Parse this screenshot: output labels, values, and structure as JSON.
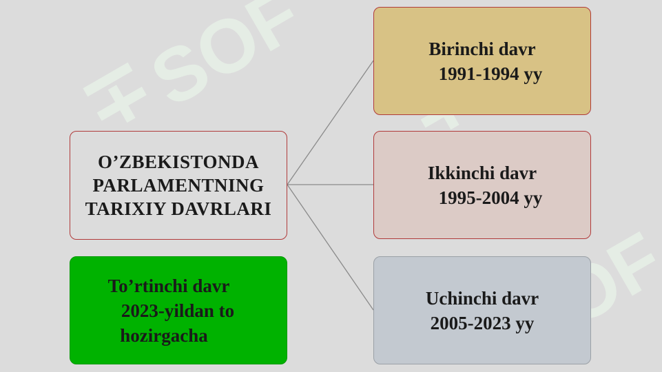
{
  "diagram": {
    "center": {
      "lines": [
        "O’ZBEKISTONDA",
        "PARLAMENTNING",
        "TARIXIY DAVRLARI"
      ]
    },
    "periods": [
      {
        "title": "Birinchi davr",
        "years": "1991-1994 yy",
        "color": "#d8c285"
      },
      {
        "title": "Ikkinchi davr",
        "years": "1995-2004 yy",
        "color": "#dccbc6"
      },
      {
        "title": "Uchinchi davr",
        "years": "2005-2023 yy",
        "color": "#c3c9d0"
      },
      {
        "title": "To’rtinchi davr",
        "years": "2023-yildan to",
        "years_extra": "hozirgacha",
        "color": "#00b200"
      }
    ],
    "connector_color": "#8a8a8a"
  },
  "watermark": {
    "text": "SOF"
  }
}
